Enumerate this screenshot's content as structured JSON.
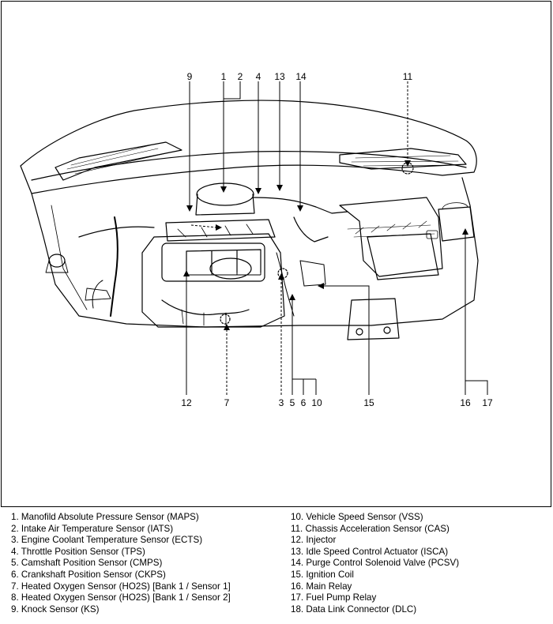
{
  "callouts": {
    "c1": "1",
    "c2": "2",
    "c4": "4",
    "c9": "9",
    "c13": "13",
    "c14": "14",
    "c11": "11",
    "c12": "12",
    "c7": "7",
    "c3": "3",
    "c5": "5",
    "c6": "6",
    "c10": "10",
    "c15": "15",
    "c16": "16",
    "c17": "17"
  },
  "legend": {
    "left": [
      "1. Manofild Absolute Pressure Sensor (MAPS)",
      "2. Intake Air Temperature Sensor (IATS)",
      "3. Engine Coolant Temperature Sensor (ECTS)",
      "4. Throttle Position Sensor (TPS)",
      "5. Camshaft Position Sensor (CMPS)",
      "6. Crankshaft Position Sensor (CKPS)",
      "7. Heated Oxygen Sensor (HO2S) [Bank 1 / Sensor 1]",
      "8. Heated Oxygen Sensor (HO2S) [Bank 1 / Sensor 2]",
      "9. Knock Sensor (KS)"
    ],
    "right": [
      "10. Vehicle Speed Sensor (VSS)",
      "11. Chassis Acceleration Sensor (CAS)",
      "12. Injector",
      "13. Idle Speed Control Actuator (ISCA)",
      "14. Purge Control Solenoid Valve (PCSV)",
      "15. Ignition Coil",
      "16. Main Relay",
      "17. Fuel Pump Relay",
      "18. Data Link Connector (DLC)"
    ]
  }
}
